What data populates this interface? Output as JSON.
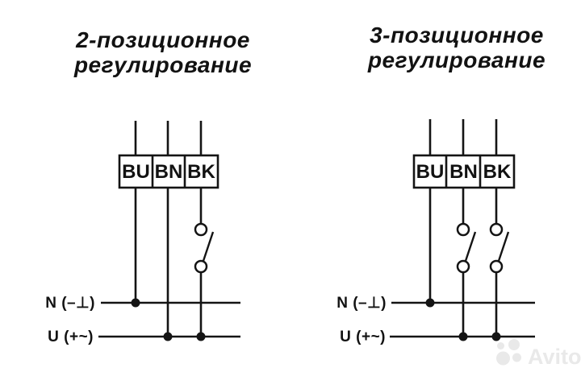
{
  "titles": {
    "left": {
      "line1": "2-позиционное",
      "line2": "регулирование"
    },
    "right": {
      "line1": "3-позиционное",
      "line2": "регулирование"
    }
  },
  "diagrams": {
    "left": {
      "terminals": [
        "BU",
        "BN",
        "BK"
      ],
      "n_label": "N (–⊥)",
      "u_label": "U (+~)",
      "switches_on": [
        "BK"
      ]
    },
    "right": {
      "terminals": [
        "BU",
        "BN",
        "BK"
      ],
      "n_label": "N (–⊥)",
      "u_label": "U (+~)",
      "switches_on": [
        "BN",
        "BK"
      ]
    }
  },
  "watermark": {
    "brand": "Avito"
  },
  "colors": {
    "background": "#ffffff",
    "line": "#141414",
    "watermark": "#e9e9e9"
  }
}
